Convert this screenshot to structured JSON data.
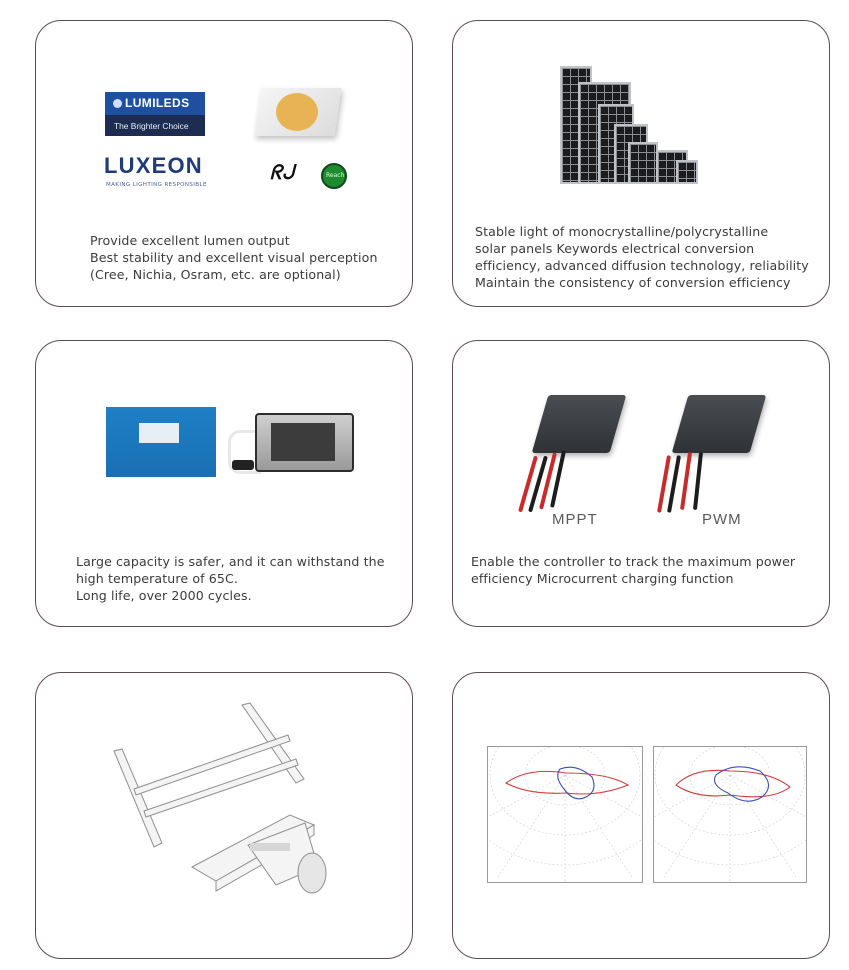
{
  "cards": [
    {
      "id": "led",
      "lines": [
        "Provide excellent lumen output",
        "Best stability and excellent visual perception",
        "(Cree, Nichia, Osram, etc. are optional)"
      ],
      "logos": {
        "lumileds": "LUMILEDS",
        "lumileds_tagline": "The Brighter Choice",
        "luxeon": "LUXEON",
        "luxeon_sub": "MAKING LIGHTING RESPONSIBLE",
        "reach": "Reach"
      }
    },
    {
      "id": "solar-panel",
      "lines": [
        "Stable light of monocrystalline/polycrystalline",
        "solar panels Keywords electrical conversion",
        "efficiency, advanced diffusion technology, reliability",
        "Maintain the consistency of conversion efficiency"
      ]
    },
    {
      "id": "battery",
      "lines": [
        "Large capacity is safer, and it can withstand the",
        "high temperature of 65C.",
        "Long life, over 2000 cycles."
      ]
    },
    {
      "id": "controller",
      "lines": [
        "Enable the controller to track the maximum power",
        "efficiency Microcurrent charging function"
      ],
      "labels": {
        "mppt": "MPPT",
        "pwm": "PWM"
      }
    },
    {
      "id": "bracket",
      "lines": []
    },
    {
      "id": "photometric",
      "lines": []
    }
  ],
  "colors": {
    "border": "#5d4d52",
    "text": "#3b3b3b",
    "curve_red": "#d23a3a",
    "curve_blue": "#3a4fb0"
  },
  "icons": [
    "lumileds-logo-icon",
    "luxeon-logo-icon",
    "led-chip-icon",
    "ul-mark-icon",
    "reach-icon",
    "solar-panel-icon",
    "battery-pack-icon",
    "bms-board-icon",
    "mppt-controller-icon",
    "pwm-controller-icon",
    "mounting-bracket-icon",
    "photometric-chart-icon"
  ]
}
